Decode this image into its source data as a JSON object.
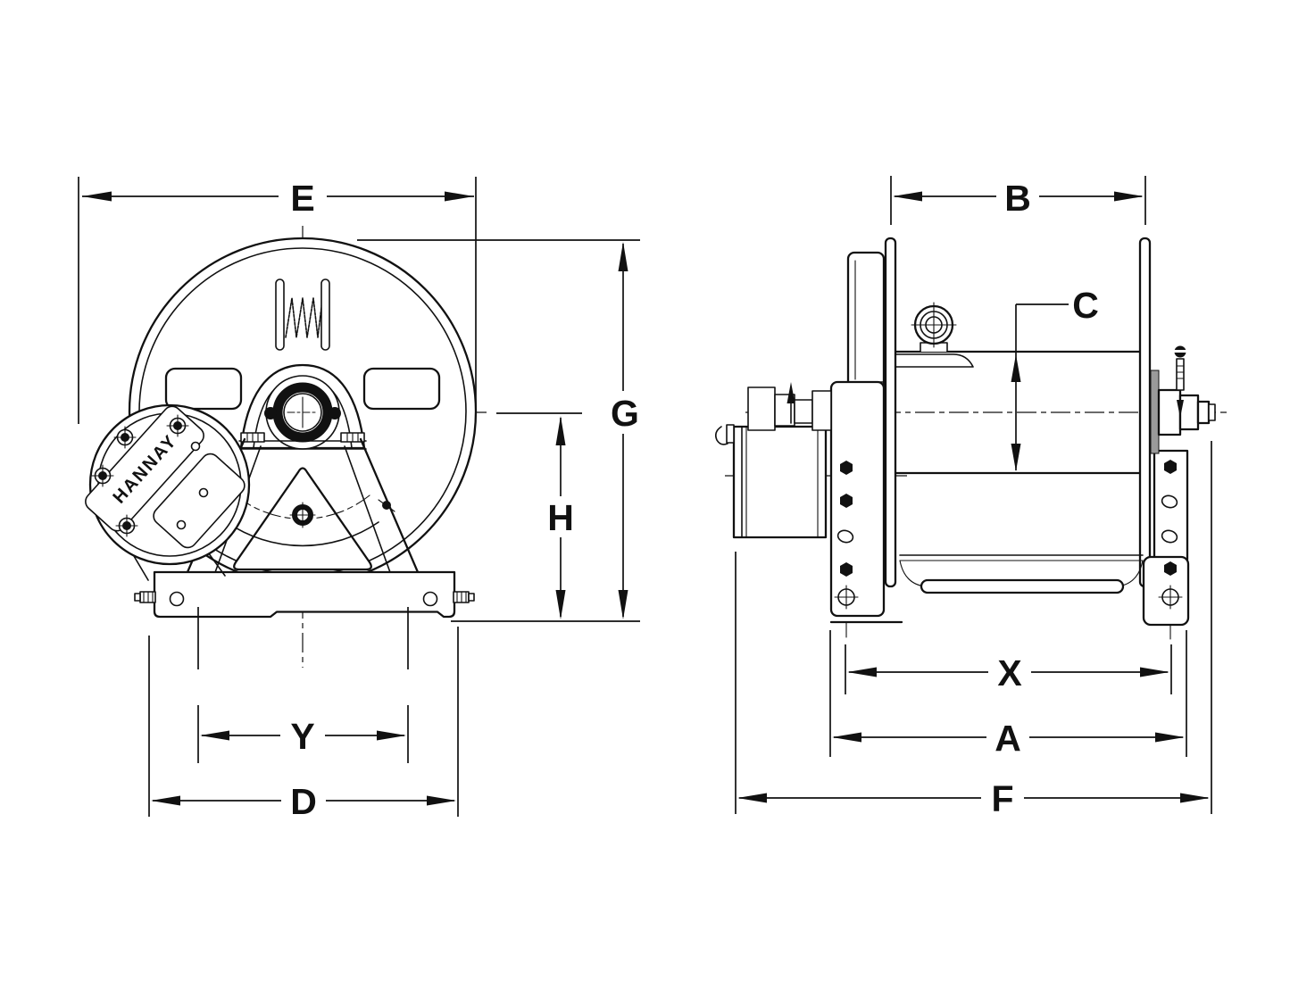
{
  "brand": "HANNAY",
  "dimensions": {
    "front": {
      "width_overall": "E",
      "height_overall": "G",
      "height_to_center": "H",
      "base_inner_width": "Y",
      "base_width": "D"
    },
    "side": {
      "flange_spacing": "B",
      "drum_diameter": "C",
      "mount_hole_spacing": "X",
      "frame_width": "A",
      "length_overall": "F"
    }
  },
  "colors": {
    "line": "#111111",
    "background": "#ffffff"
  }
}
